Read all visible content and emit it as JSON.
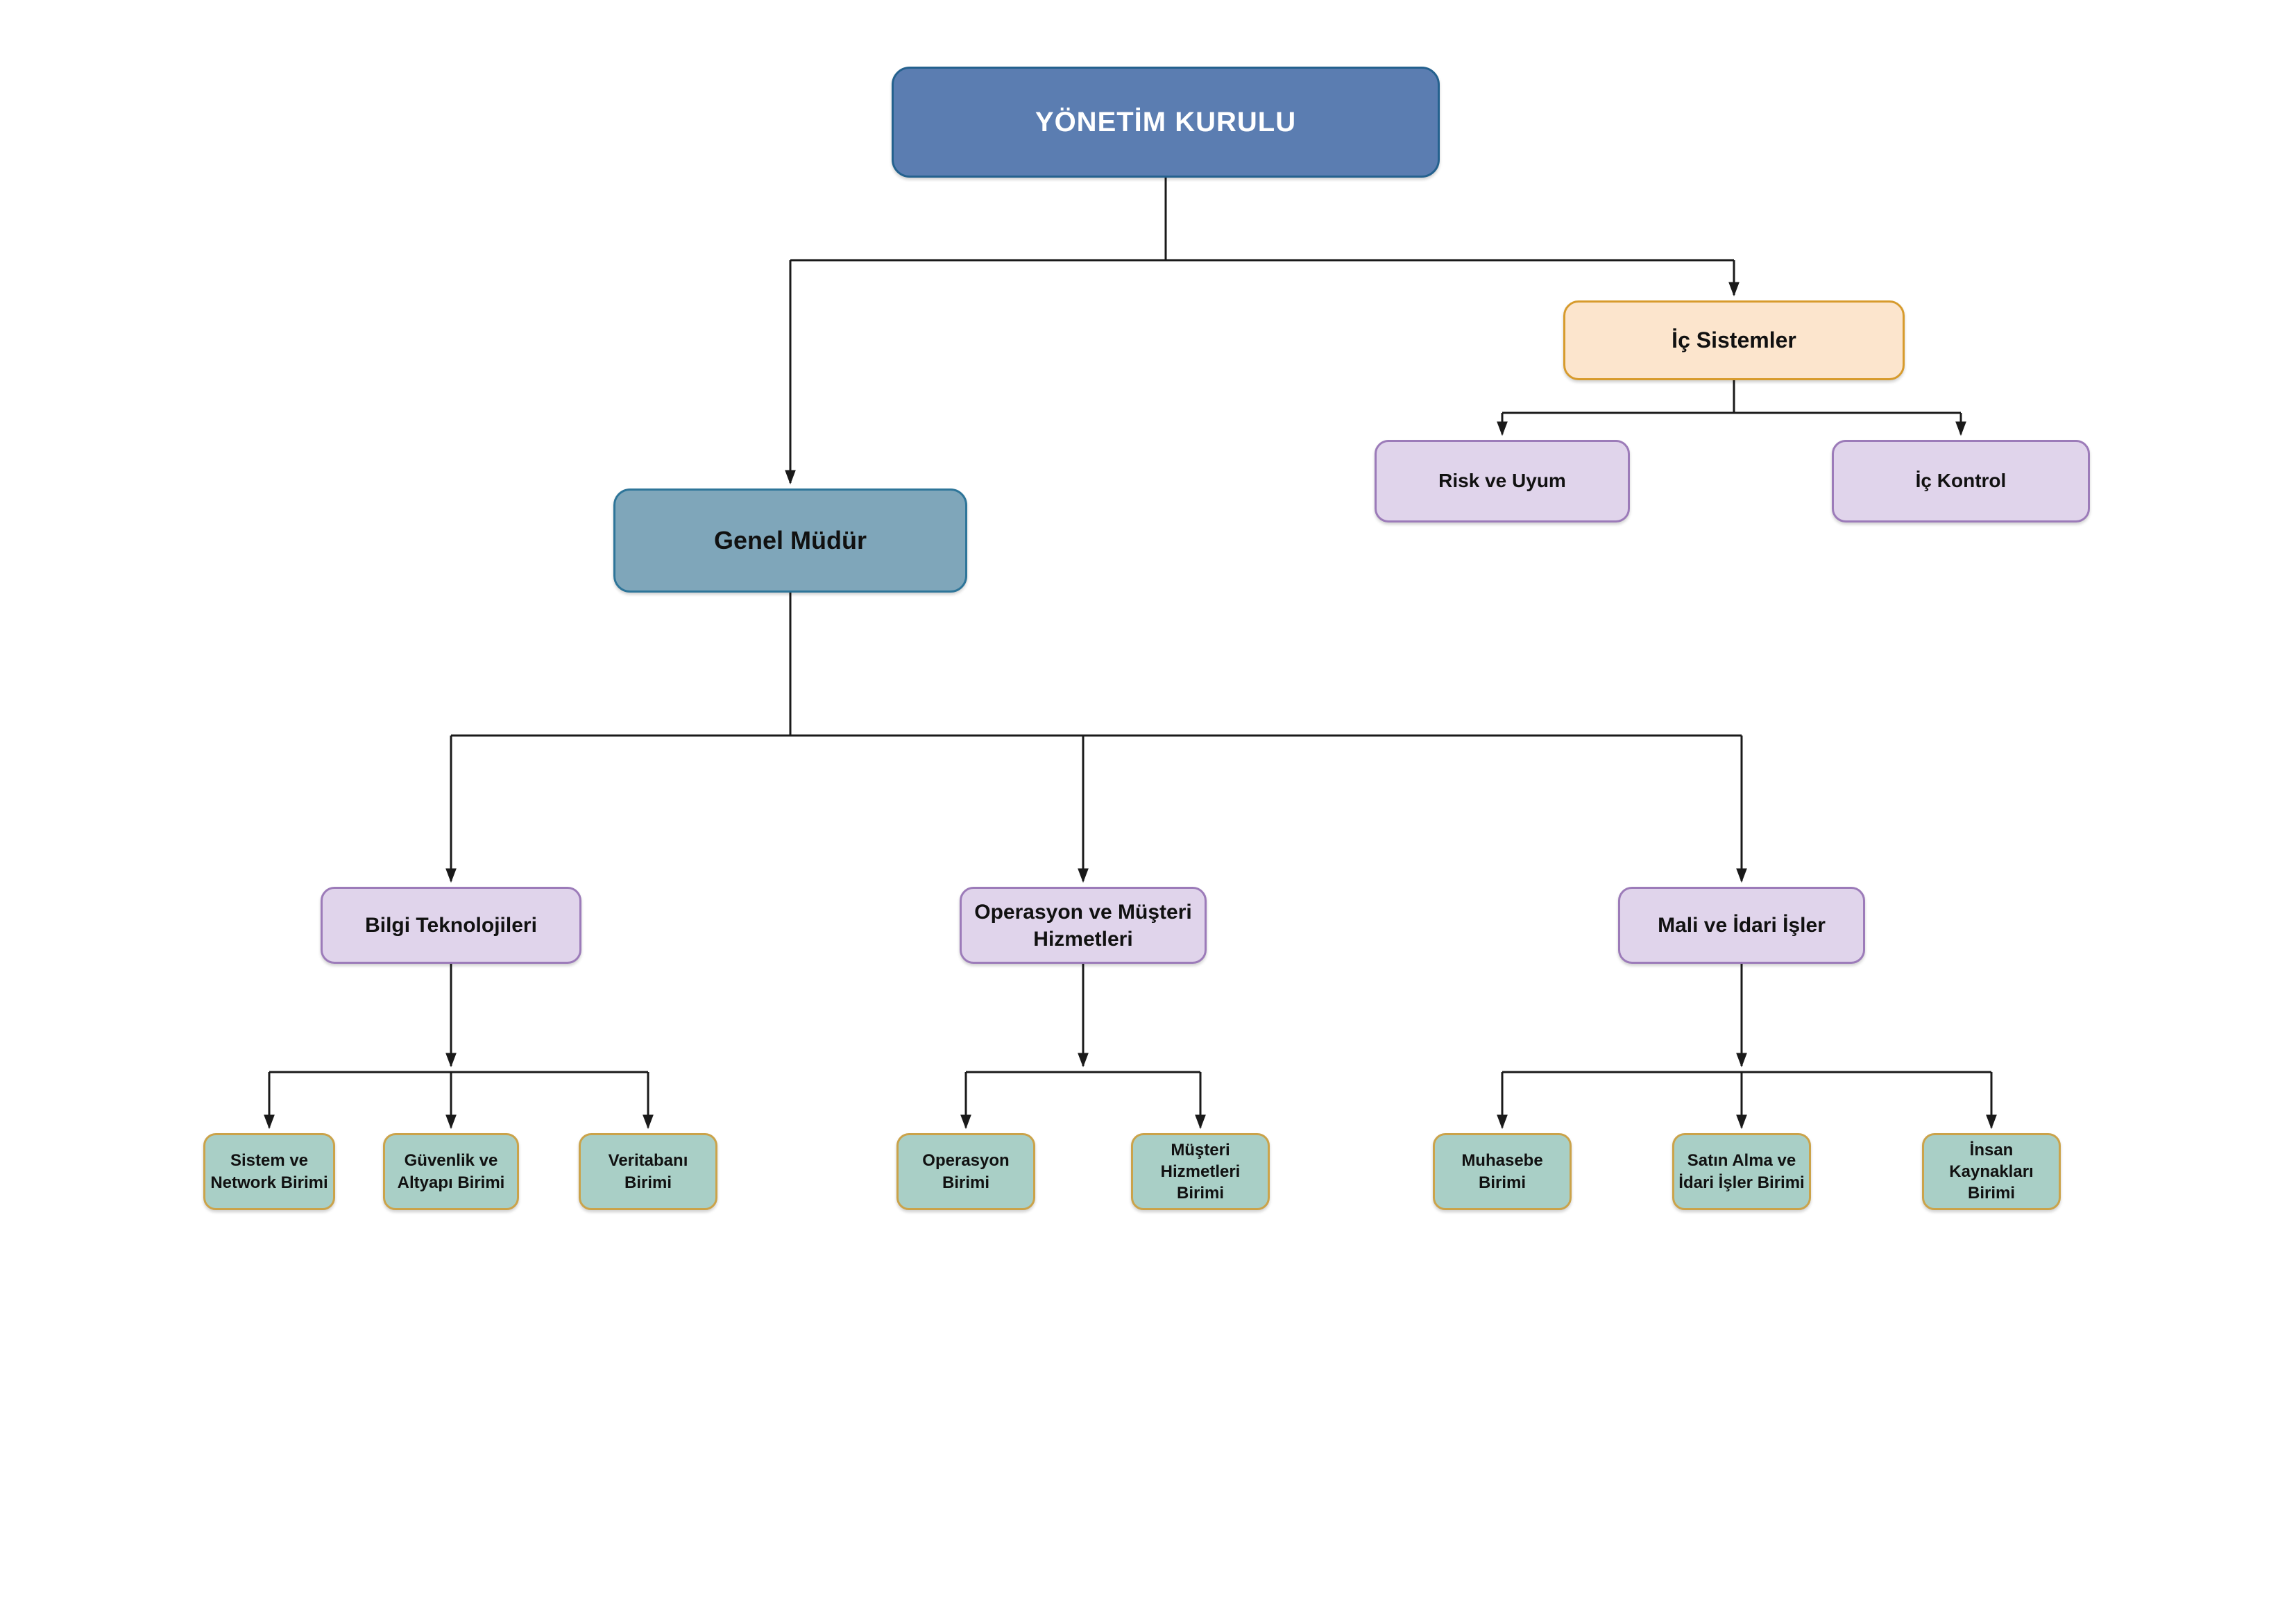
{
  "diagram": {
    "type": "org-chart",
    "language": "tr",
    "background": "#ffffff",
    "nodes": {
      "yonetim_kurulu": {
        "label": "YÖNETİM KURULU",
        "level": "root"
      },
      "genel_mudur": {
        "label": "Genel Müdür",
        "level": "executive"
      },
      "ic_sistemler": {
        "label": "İç Sistemler",
        "level": "board-unit"
      },
      "risk_ve_uyum": {
        "label": "Risk ve Uyum",
        "level": "board-sub-unit"
      },
      "ic_kontrol": {
        "label": "İç Kontrol",
        "level": "board-sub-unit"
      },
      "bilgi_teknolojileri": {
        "label": "Bilgi Teknolojileri",
        "level": "department"
      },
      "operasyon_ve_musteri": {
        "label": "Operasyon ve Müşteri Hizmetleri",
        "level": "department"
      },
      "mali_ve_idari_isler": {
        "label": "Mali ve İdari İşler",
        "level": "department"
      },
      "sistem_ve_network": {
        "label": "Sistem ve Network Birimi",
        "level": "unit"
      },
      "guvenlik_ve_altyapi": {
        "label": "Güvenlik ve Altyapı Birimi",
        "level": "unit"
      },
      "veritabani": {
        "label": "Veritabanı Birimi",
        "level": "unit"
      },
      "operasyon_birimi": {
        "label": "Operasyon Birimi",
        "level": "unit"
      },
      "musteri_hizmetleri": {
        "label": "Müşteri Hizmetleri Birimi",
        "level": "unit"
      },
      "muhasebe": {
        "label": "Muhasebe Birimi",
        "level": "unit"
      },
      "satin_alma_idari": {
        "label": "Satın Alma ve İdari İşler Birimi",
        "level": "unit"
      },
      "insan_kaynaklari": {
        "label": "İnsan Kaynakları Birimi",
        "level": "unit"
      }
    },
    "edges": [
      [
        "yonetim_kurulu",
        "genel_mudur"
      ],
      [
        "yonetim_kurulu",
        "ic_sistemler"
      ],
      [
        "ic_sistemler",
        "risk_ve_uyum"
      ],
      [
        "ic_sistemler",
        "ic_kontrol"
      ],
      [
        "genel_mudur",
        "bilgi_teknolojileri"
      ],
      [
        "genel_mudur",
        "operasyon_ve_musteri"
      ],
      [
        "genel_mudur",
        "mali_ve_idari_isler"
      ],
      [
        "bilgi_teknolojileri",
        "sistem_ve_network"
      ],
      [
        "bilgi_teknolojileri",
        "guvenlik_ve_altyapi"
      ],
      [
        "bilgi_teknolojileri",
        "veritabani"
      ],
      [
        "operasyon_ve_musteri",
        "operasyon_birimi"
      ],
      [
        "operasyon_ve_musteri",
        "musteri_hizmetleri"
      ],
      [
        "mali_ve_idari_isler",
        "muhasebe"
      ],
      [
        "mali_ve_idari_isler",
        "satin_alma_idari"
      ],
      [
        "mali_ve_idari_isler",
        "insan_kaynaklari"
      ]
    ],
    "colors": {
      "root_fill": "#5b7db1",
      "root_border": "#24618e",
      "root_text": "#ffffff",
      "executive_fill": "#7fa6ba",
      "executive_border": "#2e7599",
      "board_unit_fill": "#fce5cd",
      "board_unit_border": "#d79b2d",
      "department_fill": "#e0d4eb",
      "department_border": "#9c7bb9",
      "unit_fill": "#a9cfc6",
      "unit_border": "#cba34a",
      "connector": "#1a1a1a",
      "text": "#111111"
    }
  }
}
